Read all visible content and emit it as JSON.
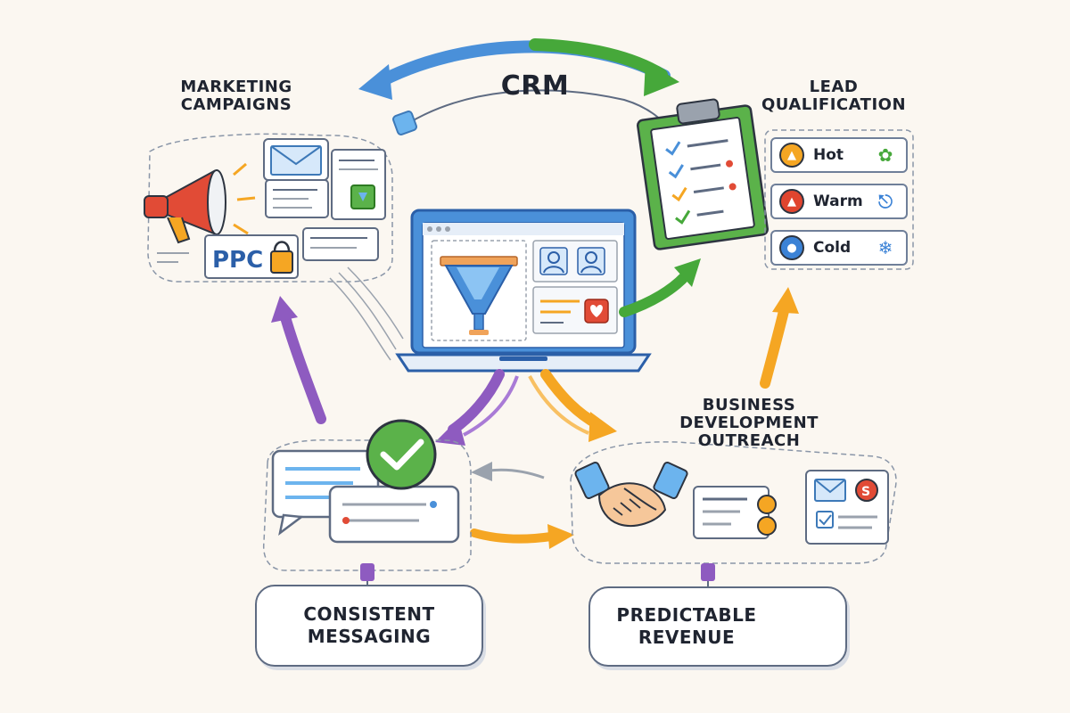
{
  "center": {
    "title": "CRM"
  },
  "stages": {
    "marketing": {
      "line1": "MARKETING",
      "line2": "CAMPAIGNS",
      "ad_tag": "PPC"
    },
    "qualification": {
      "line1": "LEAD",
      "line2": "QUALIFICATION"
    },
    "outreach": {
      "line1": "BUSINESS",
      "line2": "DEVELOPMENT",
      "line3": "OUTREACH"
    }
  },
  "lead_tiers": [
    {
      "label": "Hot",
      "icon": "flame-icon",
      "tag_icon": "clover-icon",
      "color": "#e0452f"
    },
    {
      "label": "Warm",
      "icon": "thermometer-icon",
      "tag_icon": "thermometer-icon",
      "color": "#e0452f"
    },
    {
      "label": "Cold",
      "icon": "user-icon",
      "tag_icon": "snowflake-icon",
      "color": "#3b82d6"
    }
  ],
  "outcomes": {
    "messaging": {
      "line1": "CONSISTENT",
      "line2": "MESSAGING"
    },
    "revenue": {
      "line1": "PREDICTABLE",
      "line2": "REVENUE"
    }
  },
  "colors": {
    "blue": "#4a90d9",
    "green": "#46a83a",
    "orange": "#f5a623",
    "purple": "#8e5bc0",
    "red": "#e0452f",
    "outline": "#5e6b82"
  }
}
